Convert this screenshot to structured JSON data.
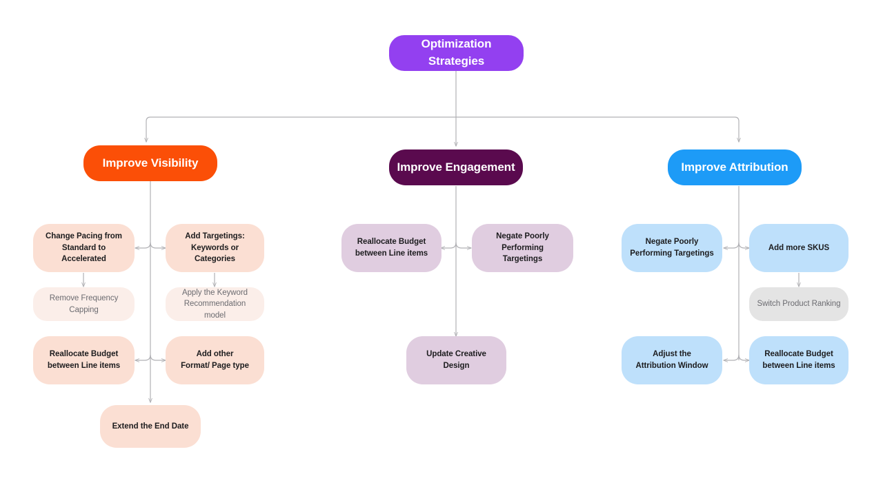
{
  "diagram": {
    "title": "Optimization Strategies",
    "type": "tree",
    "background": "#ffffff",
    "connector_color": "#b0b0b4"
  },
  "root": {
    "label": "Optimization Strategies",
    "color": "#9340f0",
    "text_color": "#ffffff"
  },
  "branches": [
    {
      "id": "visibility",
      "label": "Improve Visibility",
      "color": "#fb4f07",
      "text_color": "#ffffff",
      "leaf_color": "#fbdfd3",
      "leaf_sub_color": "#fbeee9",
      "nodes": [
        {
          "label": "Change Pacing from\nStandard to Accelerated",
          "tier": "primary"
        },
        {
          "label": "Add Targetings:\nKeywords or Categories",
          "tier": "primary"
        },
        {
          "label": "Remove Frequency Capping",
          "tier": "secondary"
        },
        {
          "label": "Apply the Keyword\nRecommendation model",
          "tier": "secondary"
        },
        {
          "label": "Reallocate Budget\nbetween Line items",
          "tier": "primary"
        },
        {
          "label": "Add other\nFormat/ Page type",
          "tier": "primary"
        },
        {
          "label": "Extend the End Date",
          "tier": "primary"
        }
      ]
    },
    {
      "id": "engagement",
      "label": "Improve Engagement",
      "color": "#5a0a4e",
      "text_color": "#ffffff",
      "leaf_color": "#e0cde0",
      "leaf_sub_color": "#eee0ee",
      "nodes": [
        {
          "label": "Reallocate Budget\nbetween Line items",
          "tier": "primary"
        },
        {
          "label": "Negate Poorly Performing\nTargetings",
          "tier": "primary"
        },
        {
          "label": "Update Creative Design",
          "tier": "primary"
        }
      ]
    },
    {
      "id": "attribution",
      "label": "Improve Attribution",
      "color": "#1d9bf7",
      "text_color": "#ffffff",
      "leaf_color": "#bee0fb",
      "leaf_sub_color": "#e4e4e4",
      "nodes": [
        {
          "label": "Negate Poorly\nPerforming Targetings",
          "tier": "primary"
        },
        {
          "label": "Add more SKUS",
          "tier": "primary"
        },
        {
          "label": "Switch Product Ranking",
          "tier": "secondary"
        },
        {
          "label": "Adjust the\nAttribution Window",
          "tier": "primary"
        },
        {
          "label": "Reallocate Budget\nbetween Line items",
          "tier": "primary"
        }
      ]
    }
  ]
}
